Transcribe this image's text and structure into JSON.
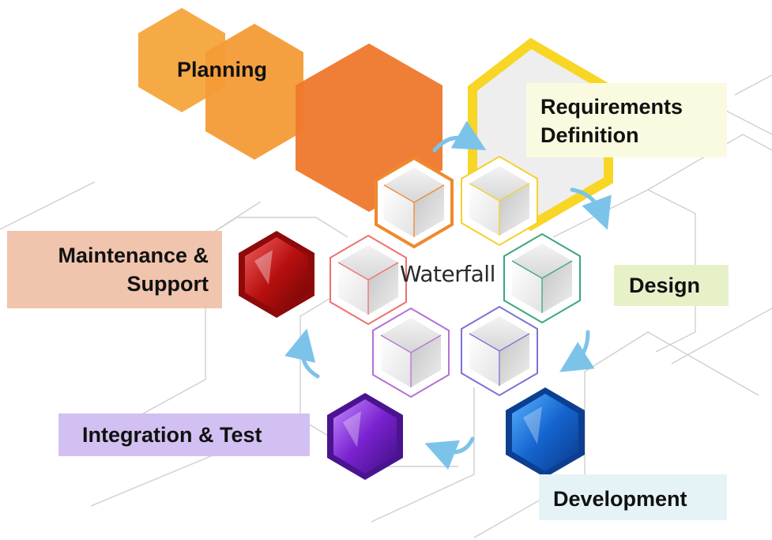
{
  "diagram": {
    "center_label": "Waterfall",
    "phases": [
      {
        "id": "planning",
        "lines": [
          "Planning"
        ],
        "color": "#f28c28",
        "label_bg": ""
      },
      {
        "id": "requirements",
        "lines": [
          "Requirements",
          "Definition"
        ],
        "color": "#f5d020",
        "label_bg": "#fafae0"
      },
      {
        "id": "design",
        "lines": [
          "Design"
        ],
        "color": "#3aa87a",
        "label_bg": "#e6f1c8"
      },
      {
        "id": "development",
        "lines": [
          "Development"
        ],
        "color": "#1f6fd1",
        "label_bg": "#e6f3f6"
      },
      {
        "id": "integration",
        "lines": [
          "Integration & Test"
        ],
        "color": "#7a2bd0",
        "label_bg": "#d2c0f2"
      },
      {
        "id": "maintenance",
        "lines": [
          "Maintenance &",
          "Support"
        ],
        "color": "#b81414",
        "label_bg": "#f0c4ad"
      }
    ],
    "arrow_color": "#7cc3ea"
  }
}
